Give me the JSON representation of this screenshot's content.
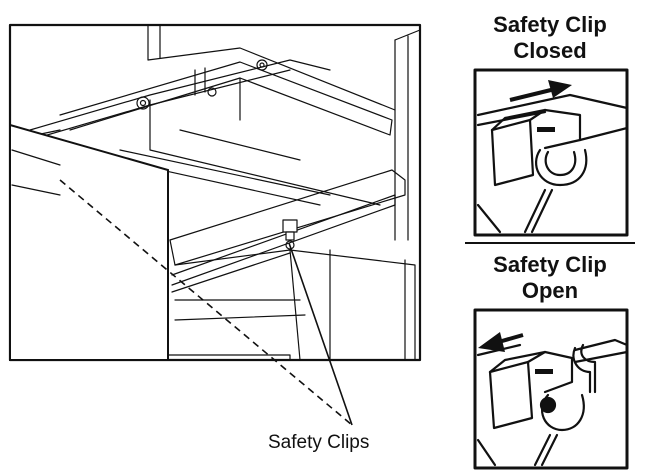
{
  "callout": {
    "label": "Safety Clips"
  },
  "inset_closed": {
    "title_line1": "Safety Clip",
    "title_line2": "Closed"
  },
  "inset_open": {
    "title_line1": "Safety Clip",
    "title_line2": "Open"
  },
  "colors": {
    "ink": "#111111",
    "paper": "#ffffff"
  }
}
